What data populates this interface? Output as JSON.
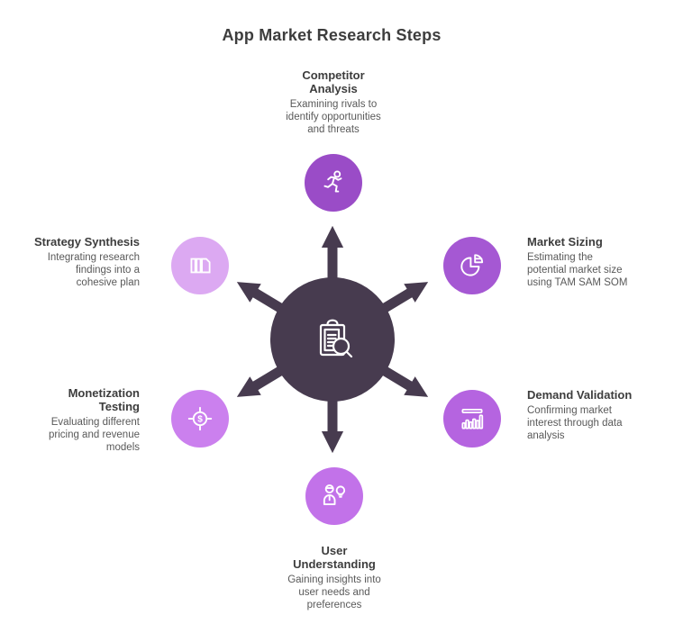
{
  "title": "App Market Research Steps",
  "colors": {
    "hub": "#473b4f",
    "arrow": "#473b4f",
    "title_text": "#3d3d3d",
    "label_text": "#3d3d3d",
    "desc_text": "#595959"
  },
  "center": {
    "icon": "clipboard-search-icon"
  },
  "steps": [
    {
      "id": "competitor-analysis",
      "position": "top",
      "icon": "runner-icon",
      "color": "#9a4cc7",
      "title_lines": [
        "Competitor",
        "Analysis"
      ],
      "desc_lines": [
        "Examining rivals to",
        "identify opportunities",
        "and threats"
      ]
    },
    {
      "id": "market-sizing",
      "position": "upper-right",
      "icon": "pie-chart-icon",
      "color": "#a558d3",
      "title_lines": [
        "Market Sizing"
      ],
      "desc_lines": [
        "Estimating the",
        "potential market size",
        "using TAM SAM SOM"
      ]
    },
    {
      "id": "demand-validation",
      "position": "lower-right",
      "icon": "bar-chart-icon",
      "color": "#b564e0",
      "title_lines": [
        "Demand Validation"
      ],
      "desc_lines": [
        "Confirming market",
        "interest through data",
        "analysis"
      ]
    },
    {
      "id": "user-understanding",
      "position": "bottom",
      "icon": "person-lightbulb-icon",
      "color": "#c272e9",
      "title_lines": [
        "User",
        "Understanding"
      ],
      "desc_lines": [
        "Gaining insights into",
        "user needs and",
        "preferences"
      ]
    },
    {
      "id": "monetization-testing",
      "position": "lower-left",
      "icon": "dollar-target-icon",
      "color": "#cb80ee",
      "title_lines": [
        "Monetization",
        "Testing"
      ],
      "desc_lines": [
        "Evaluating different",
        "pricing and revenue",
        "models"
      ]
    },
    {
      "id": "strategy-synthesis",
      "position": "upper-left",
      "icon": "books-icon",
      "color": "#dca9f2",
      "title_lines": [
        "Strategy Synthesis"
      ],
      "desc_lines": [
        "Integrating research",
        "findings into a",
        "cohesive plan"
      ]
    }
  ]
}
